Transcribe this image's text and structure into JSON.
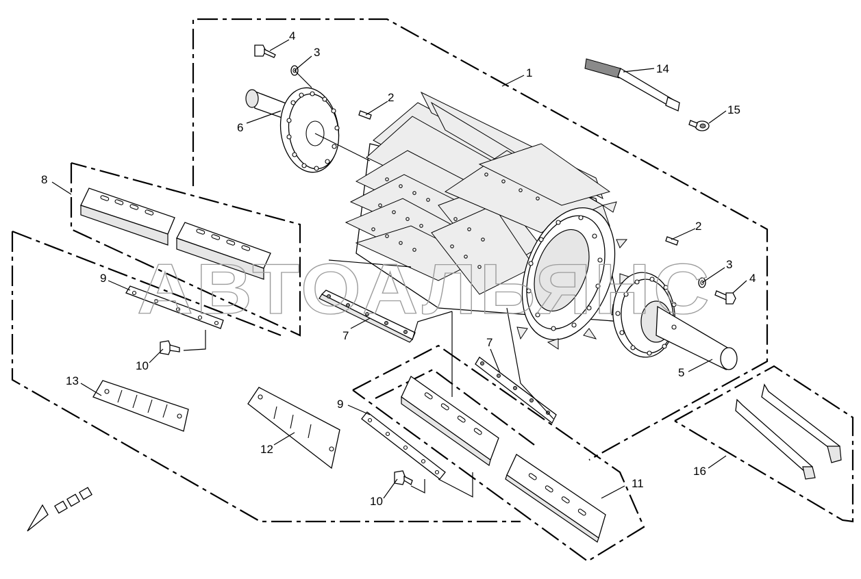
{
  "diagram": {
    "watermark": "АВТОАЛЬЯНС",
    "callouts": {
      "c1": "1",
      "c2a": "2",
      "c2b": "2",
      "c3a": "3",
      "c3b": "3",
      "c4a": "4",
      "c4b": "4",
      "c5": "5",
      "c6": "6",
      "c7a": "7",
      "c7b": "7",
      "c8": "8",
      "c9a": "9",
      "c9b": "9",
      "c10a": "10",
      "c10b": "10",
      "c11": "11",
      "c12": "12",
      "c13": "13",
      "c14": "14",
      "c15": "15",
      "c16": "16"
    }
  }
}
